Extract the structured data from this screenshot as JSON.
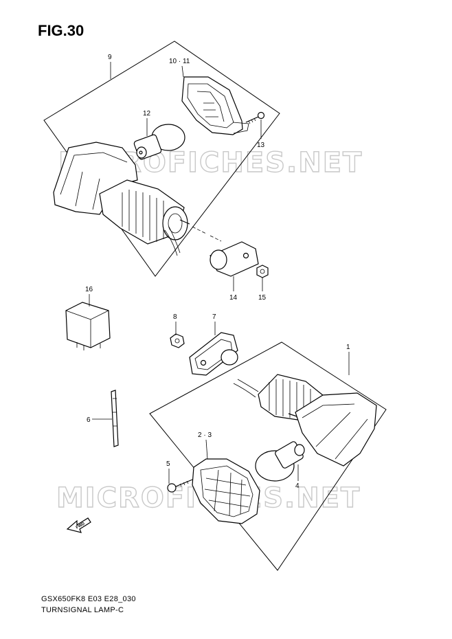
{
  "figure": {
    "title": "FIG.30",
    "footer_line1": "GSX650FK8 E03 E28_030",
    "footer_line2": "TURNSIGNAL LAMP-C"
  },
  "watermark": {
    "text": "MICROFICHES.NET"
  },
  "callouts": [
    {
      "id": "c9",
      "label": "9"
    },
    {
      "id": "c10",
      "label": "10 · 11"
    },
    {
      "id": "c12",
      "label": "12"
    },
    {
      "id": "c13",
      "label": "13"
    },
    {
      "id": "c14",
      "label": "14"
    },
    {
      "id": "c15",
      "label": "15"
    },
    {
      "id": "c16",
      "label": "16"
    },
    {
      "id": "c8",
      "label": "8"
    },
    {
      "id": "c7",
      "label": "7"
    },
    {
      "id": "c1",
      "label": "1"
    },
    {
      "id": "c6",
      "label": "6"
    },
    {
      "id": "c23",
      "label": "2 · 3"
    },
    {
      "id": "c5",
      "label": "5"
    },
    {
      "id": "c4",
      "label": "4"
    }
  ],
  "icons": {
    "forward_arrow": "fwd-arrow-icon",
    "forward_text": "FWD"
  }
}
